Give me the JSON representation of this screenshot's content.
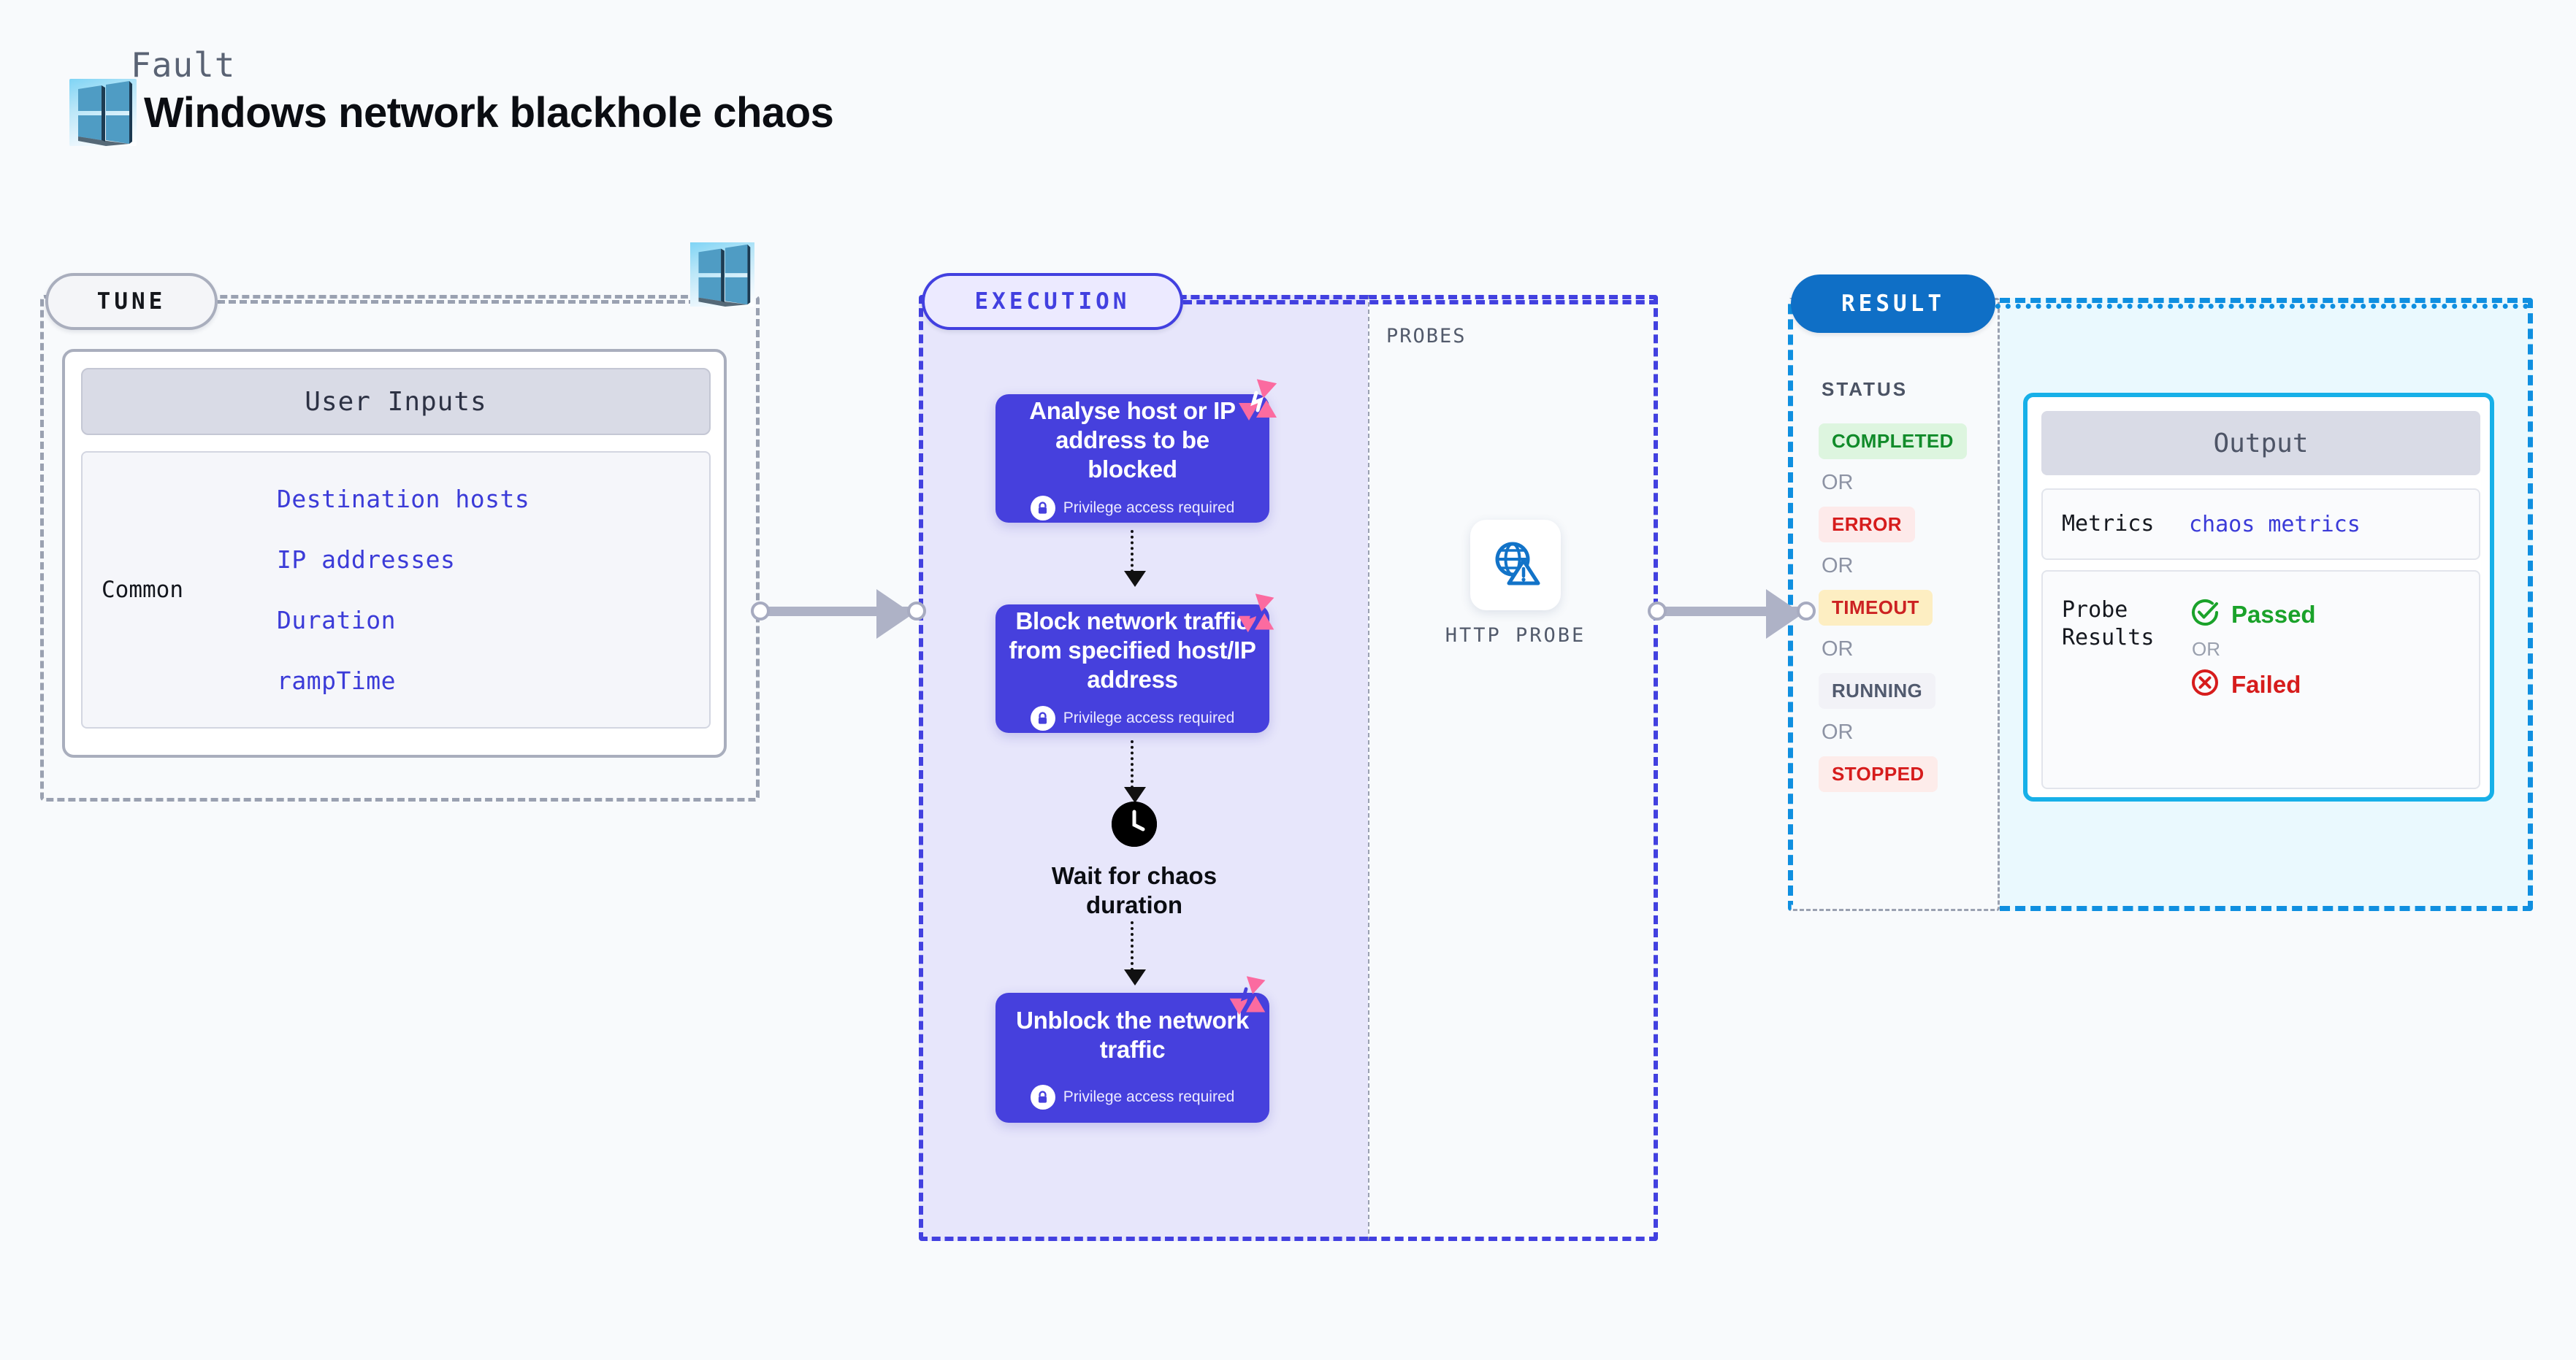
{
  "header": {
    "kicker": "Fault",
    "title": "Windows network blackhole chaos",
    "logo_icon": "windows-logo-icon"
  },
  "colors": {
    "background": "#f8fafc",
    "tune_border": "#9aa1b1",
    "execution_accent": "#4240e0",
    "execution_fill": "#e7e6fb",
    "result_accent": "#0f8fe0",
    "result_pill": "#0f6fc6",
    "output_border": "#17b0e8",
    "output_fill": "#eaf9fe",
    "step_card": "#4640dd",
    "chaos_badge": "#fb6ba0",
    "input_text": "#3b3bd8"
  },
  "tune": {
    "pill_label": "TUNE",
    "logo_icon": "windows-logo-icon",
    "user_inputs_header": "User Inputs",
    "group_label": "Common",
    "inputs": [
      "Destination hosts",
      "IP addresses",
      "Duration",
      "rampTime"
    ]
  },
  "execution": {
    "pill_label": "EXECUTION",
    "steps": [
      {
        "title": "Analyse host or IP address to be blocked",
        "privilege_note": "Privilege access required",
        "lock_icon": "lock-icon",
        "badge_icon": "chaos-fault-icon"
      },
      {
        "title": "Block network traffic from specified host/IP address",
        "privilege_note": "Privilege access required",
        "lock_icon": "lock-icon",
        "badge_icon": "chaos-fault-icon"
      },
      {
        "title": "Unblock the network traffic",
        "privilege_note": "Privilege access required",
        "lock_icon": "lock-icon",
        "badge_icon": "chaos-fault-icon"
      }
    ],
    "wait": {
      "icon": "clock-icon",
      "label": "Wait for chaos duration"
    }
  },
  "probes": {
    "section_label": "PROBES",
    "items": [
      {
        "icon": "globe-warning-icon",
        "label": "HTTP PROBE"
      }
    ]
  },
  "result": {
    "pill_label": "RESULT",
    "status_label": "STATUS",
    "or_label": "OR",
    "statuses": [
      {
        "label": "COMPLETED",
        "text_color": "#118b2a",
        "bg_color": "#ddf5df"
      },
      {
        "label": "ERROR",
        "text_color": "#d61c1c",
        "bg_color": "#fdeaea"
      },
      {
        "label": "TIMEOUT",
        "text_color": "#cc2222",
        "bg_color": "#fdeec2"
      },
      {
        "label": "RUNNING",
        "text_color": "#515a6e",
        "bg_color": "#f2f2f7"
      },
      {
        "label": "STOPPED",
        "text_color": "#d61c1c",
        "bg_color": "#fdecea"
      }
    ],
    "output": {
      "header": "Output",
      "metrics_key": "Metrics",
      "metrics_value": "chaos metrics",
      "probe_results_key": "Probe Results",
      "or_label": "OR",
      "passed": {
        "label": "Passed",
        "icon": "check-circle-icon",
        "color": "#1aa22a"
      },
      "failed": {
        "label": "Failed",
        "icon": "x-circle-icon",
        "color": "#d61c1c"
      }
    }
  }
}
